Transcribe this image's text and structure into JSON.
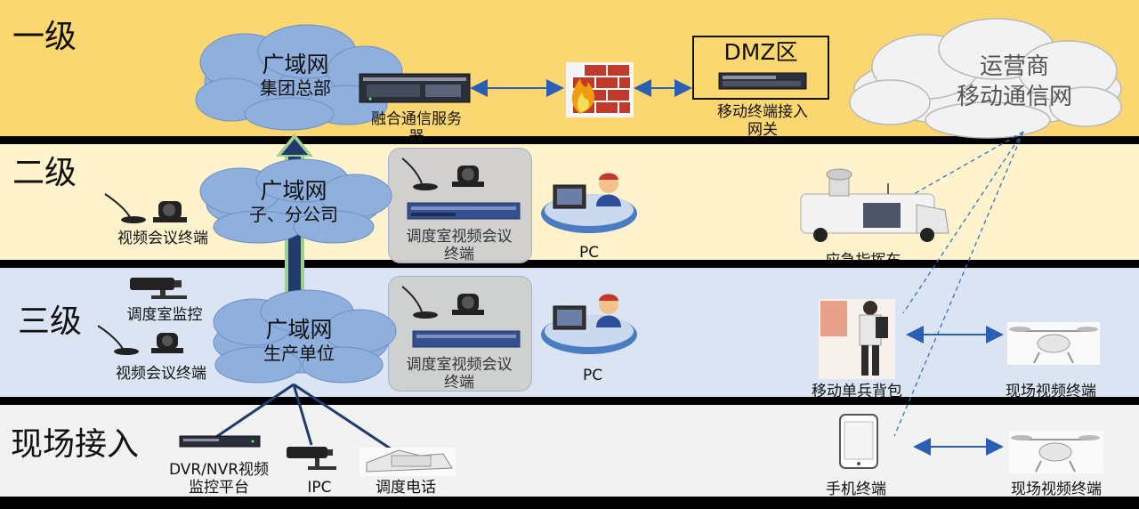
{
  "tiers": {
    "level1": "一级",
    "level2": "二级",
    "level3": "三级",
    "field": "现场接入"
  },
  "clouds": {
    "hq": {
      "title": "广域网",
      "sub": "集团总部"
    },
    "branch": {
      "title": "广域网",
      "sub": "子、分公司"
    },
    "production": {
      "title": "广域网",
      "sub": "生产单位"
    },
    "operator": {
      "title": "运营商",
      "sub": "移动通信网"
    }
  },
  "labels": {
    "conv_server": "融合通信服务器",
    "dmz": "DMZ区",
    "mobile_gateway": "移动终端接入网关",
    "video_conf_l2": "视频会议终端",
    "dispatch_conf_l2": "调度室视频会议终端",
    "pc_l2": "PC",
    "emergency_vehicle": "应急指挥车",
    "dispatch_monitor": "调度室监控",
    "video_conf_l3": "视频会议终端",
    "dispatch_conf_l3": "调度室视频会议终端",
    "pc_l3": "PC",
    "backpack": "移动单兵背包",
    "field_video_1": "现场视频终端",
    "dvr_nvr": "DVR/NVR视频监控平台",
    "ipc": "IPC",
    "dispatch_phone": "调度电话",
    "phone_terminal": "手机终端",
    "field_video_2": "现场视频终端"
  },
  "colors": {
    "level1_bg": "#fbd771",
    "level2_bg": "#fef3cc",
    "level3_bg": "#dbe4f3",
    "field_bg": "#f2f2f2",
    "cloud_blue": "#8fb0dd",
    "arrow_blue": "#1f3a6b",
    "dashed_blue": "#3a6fc4"
  }
}
